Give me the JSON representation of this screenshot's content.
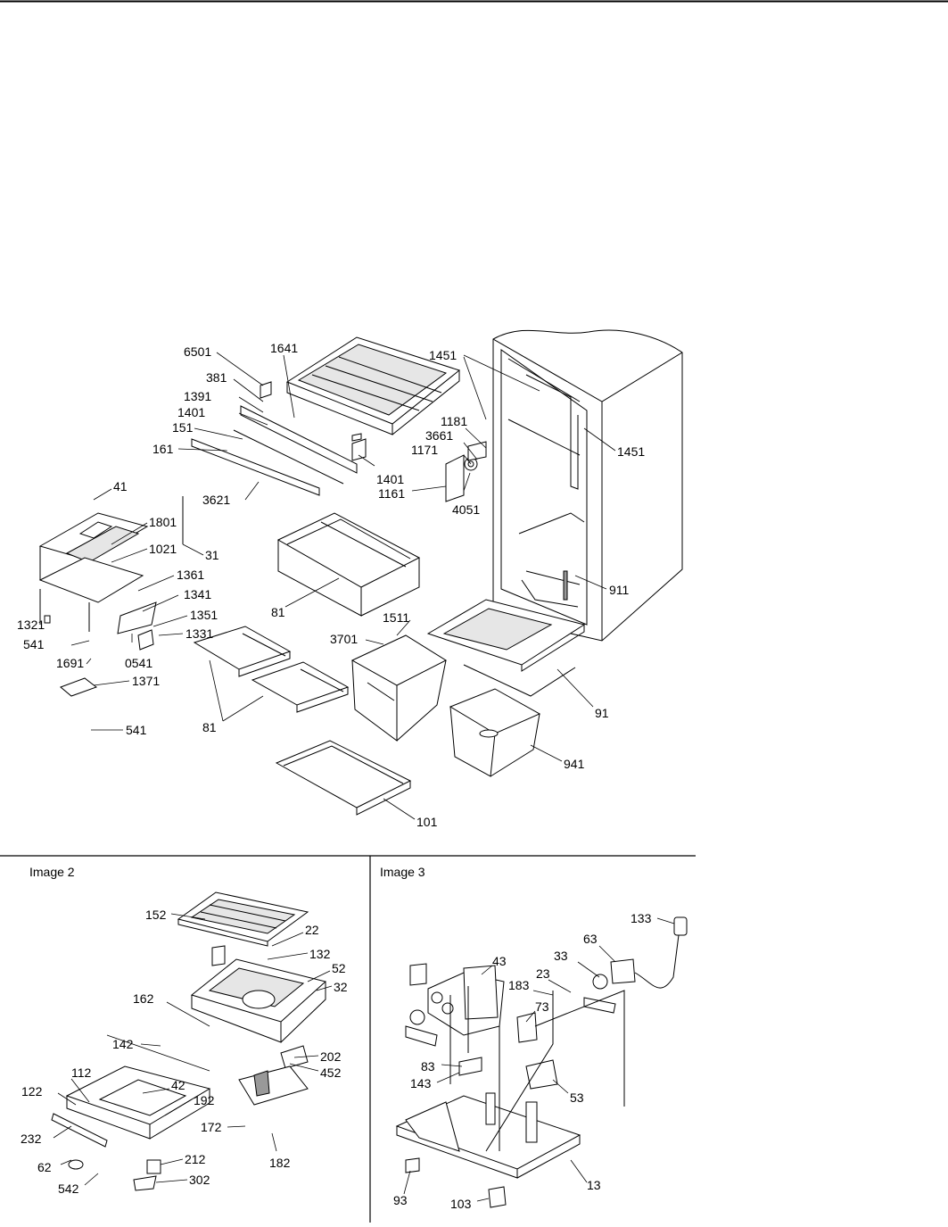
{
  "main": {
    "callouts": [
      "6501",
      "1641",
      "381",
      "1391",
      "1401",
      "151",
      "161",
      "1451",
      "1181",
      "3661",
      "1171",
      "1451",
      "1401",
      "1161",
      "4051",
      "3621",
      "41",
      "1801",
      "1021",
      "31",
      "1361",
      "81",
      "911",
      "1341",
      "1351",
      "1331",
      "1321",
      "541",
      "0541",
      "1691",
      "1511",
      "3701",
      "1371",
      "541",
      "81",
      "91",
      "941",
      "101"
    ]
  },
  "image2": {
    "title": "Image 2",
    "callouts": [
      "152",
      "22",
      "132",
      "52",
      "32",
      "162",
      "142",
      "202",
      "452",
      "112",
      "42",
      "122",
      "192",
      "232",
      "172",
      "62",
      "212",
      "182",
      "542",
      "302"
    ]
  },
  "image3": {
    "title": "Image 3",
    "callouts": [
      "133",
      "63",
      "33",
      "43",
      "23",
      "183",
      "73",
      "83",
      "143",
      "53",
      "93",
      "103",
      "13"
    ]
  }
}
